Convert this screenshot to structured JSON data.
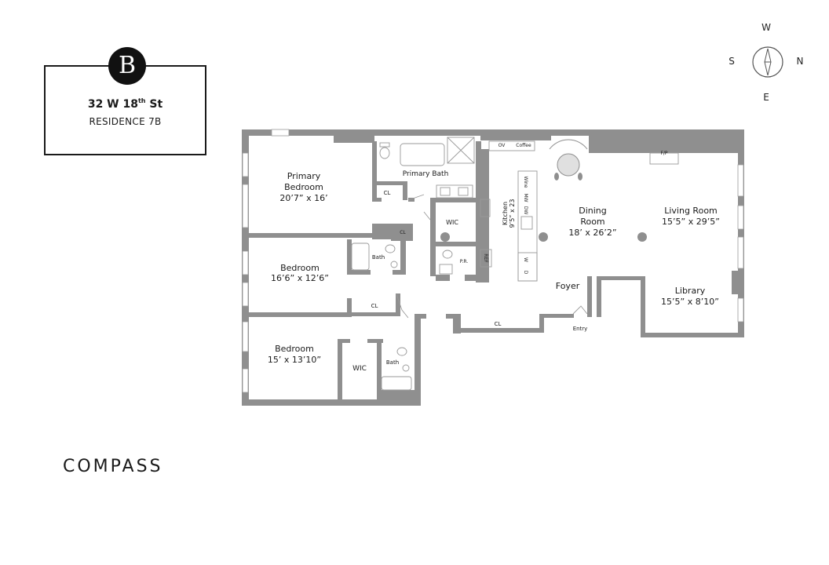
{
  "header": {
    "logo_letter": "B",
    "address_main": "32 W 18",
    "address_sup": "th",
    "address_suffix": " St",
    "residence": "RESIDENCE 7B"
  },
  "compass": {
    "top": "W",
    "left": "S",
    "right": "N",
    "bottom": "E"
  },
  "brand": {
    "name": "COMPASS"
  },
  "rooms": {
    "primary_bedroom": {
      "name_line1": "Primary",
      "name_line2": "Bedroom",
      "dims": "20’7” x 16’"
    },
    "primary_bath": {
      "name": "Primary Bath"
    },
    "primary_closet": {
      "name": "CL"
    },
    "wic_primary": {
      "name": "WIC"
    },
    "powder_room": {
      "name": "P.R."
    },
    "bedroom2": {
      "name": "Bedroom",
      "dims": "16’6” x 12’6”"
    },
    "bath2": {
      "name": "Bath"
    },
    "closet_small": {
      "name": "CL"
    },
    "closet_bedroom2": {
      "name": "CL"
    },
    "bedroom3": {
      "name": "Bedroom",
      "dims": "15’ x 13’10”"
    },
    "wic_bedroom3": {
      "name": "WIC"
    },
    "bath3": {
      "name": "Bath"
    },
    "kitchen": {
      "name": "Kitchen",
      "dims": "9’5” x 23"
    },
    "dining": {
      "name_line1": "Dining",
      "name_line2": "Room",
      "dims": "18’ x 26’2”"
    },
    "living": {
      "name": "Living Room",
      "dims": "15’5” x 29’5”"
    },
    "library": {
      "name": "Library",
      "dims": "15’5” x 8’10”"
    },
    "foyer": {
      "name": "Foyer"
    },
    "foyer_closet": {
      "name": "CL"
    },
    "entry": {
      "name": "Entry"
    }
  },
  "fixtures": {
    "oven": "OV",
    "coffee": "Coffee",
    "wine": "Wine",
    "microwave": "MW",
    "dishwasher": "DW",
    "refrigerator": "REF",
    "washer": "W",
    "dryer": "D",
    "fireplace": "F/P"
  },
  "colors": {
    "wall": "#8f8f8f",
    "fixture_line": "#9a9a9a",
    "text": "#1a1a1a"
  }
}
